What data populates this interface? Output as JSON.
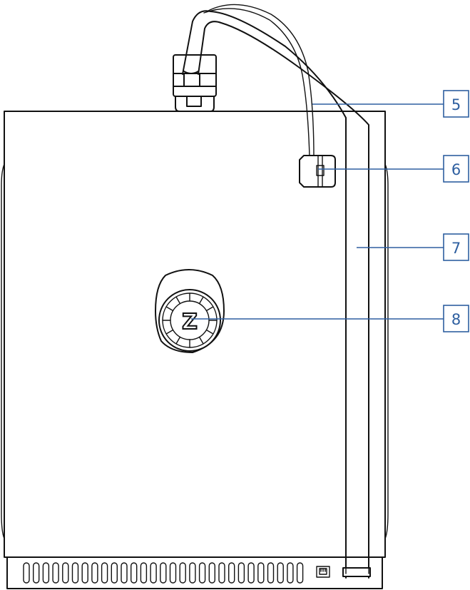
{
  "callouts": [
    {
      "number": "5",
      "label_color": "#2e5fa0"
    },
    {
      "number": "6",
      "label_color": "#2e5fa0"
    },
    {
      "number": "7",
      "label_color": "#2e5fa0"
    },
    {
      "number": "8",
      "label_color": "#2e5fa0"
    }
  ],
  "knob_logo": "Z",
  "colors": {
    "line": "#111111",
    "callout": "#2e5fa0",
    "background": "#ffffff"
  }
}
